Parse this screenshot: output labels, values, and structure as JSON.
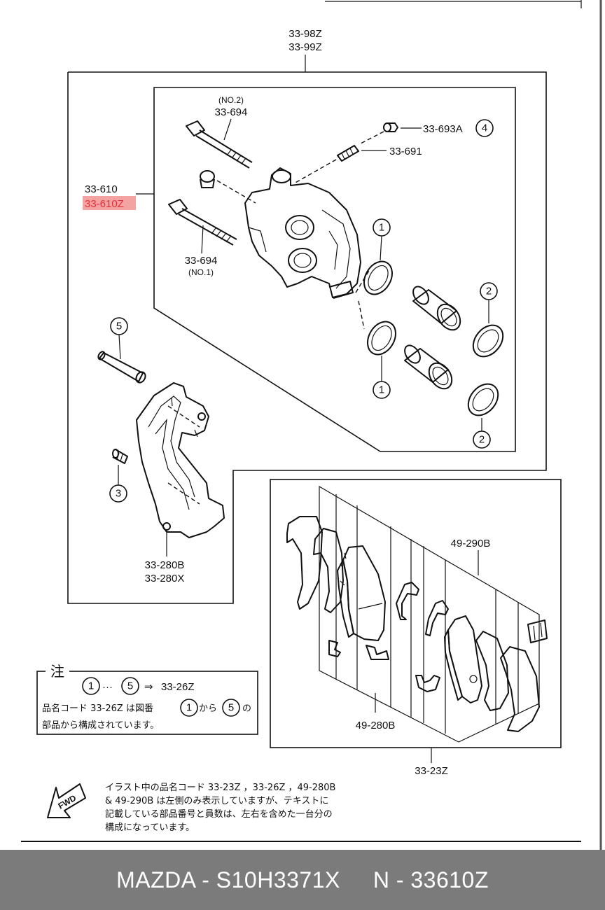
{
  "labels": {
    "assembly_top_1": "33-98Z",
    "assembly_top_2": "33-99Z",
    "caliper_part": "33-610",
    "caliper_part_highlight": "33-610Z",
    "bolt_no2_tag": "(NO.2)",
    "bolt_no2_part": "33-694",
    "bolt_no1_part": "33-694",
    "bolt_no1_tag": "(NO.1)",
    "cap_part": "33-693A",
    "bleeder_part": "33-691",
    "bracket_part_1": "33-280B",
    "bracket_part_2": "33-280X",
    "shim_kit_part": "49-290B",
    "pad_set_part": "49-280B",
    "pad_assembly_part": "33-23Z"
  },
  "callouts": {
    "c1": "1",
    "c2": "2",
    "c3": "3",
    "c4": "4",
    "c5": "5"
  },
  "note": {
    "heading": "注",
    "range_dots": "···",
    "arrow": "⇒",
    "kit_part": "33-26Z",
    "line2_prefix": "品名コード  33-26Z  は図番",
    "line2_from": "から",
    "line2_suffix": "の",
    "line3": "部品から構成されています。"
  },
  "caption": {
    "fwd": "FWD",
    "line1": "イラスト中の品名コード  33-23Z ，33-26Z ，49-280B",
    "line2": "& 49-290B は左側のみ表示していますが、テキストに",
    "line3": "記載している部品番号と員数は、左右を含めた一台分の",
    "line4": "構成になっています。"
  },
  "footer": {
    "text": "MAZDA - S10H3371X     N - 33610Z"
  },
  "colors": {
    "highlight": "#f4a3a3",
    "highlight_text": "#e0303a",
    "footer_bg": "#7b7b7b",
    "footer_text": "#ffffff"
  }
}
